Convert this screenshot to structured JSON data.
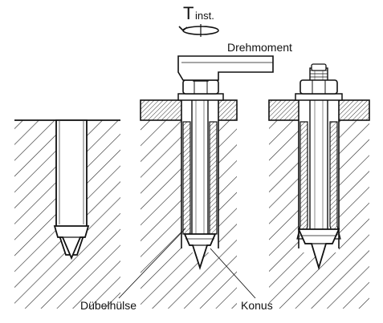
{
  "labels": {
    "torque_symbol": "T",
    "torque_subscript": "inst.",
    "torque_label": "Drehmoment",
    "sleeve_label": "Dübelhülse",
    "cone_label": "Konus"
  }
}
